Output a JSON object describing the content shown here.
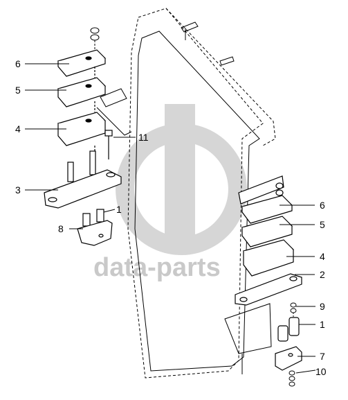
{
  "watermark": {
    "text": "data-parts",
    "color": "#c9c9c9"
  },
  "callouts_left": [
    {
      "id": "left-6",
      "label": "6"
    },
    {
      "id": "left-5",
      "label": "5"
    },
    {
      "id": "left-4",
      "label": "4"
    },
    {
      "id": "left-11",
      "label": "11"
    },
    {
      "id": "left-3",
      "label": "3"
    },
    {
      "id": "left-1",
      "label": "1"
    },
    {
      "id": "left-8",
      "label": "8"
    }
  ],
  "callouts_right": [
    {
      "id": "right-6",
      "label": "6"
    },
    {
      "id": "right-5",
      "label": "5"
    },
    {
      "id": "right-4",
      "label": "4"
    },
    {
      "id": "right-2",
      "label": "2"
    },
    {
      "id": "right-9",
      "label": "9"
    },
    {
      "id": "right-1",
      "label": "1"
    },
    {
      "id": "right-7",
      "label": "7"
    },
    {
      "id": "right-10",
      "label": "10"
    }
  ],
  "colors": {
    "line": "#000000",
    "background": "#ffffff"
  }
}
